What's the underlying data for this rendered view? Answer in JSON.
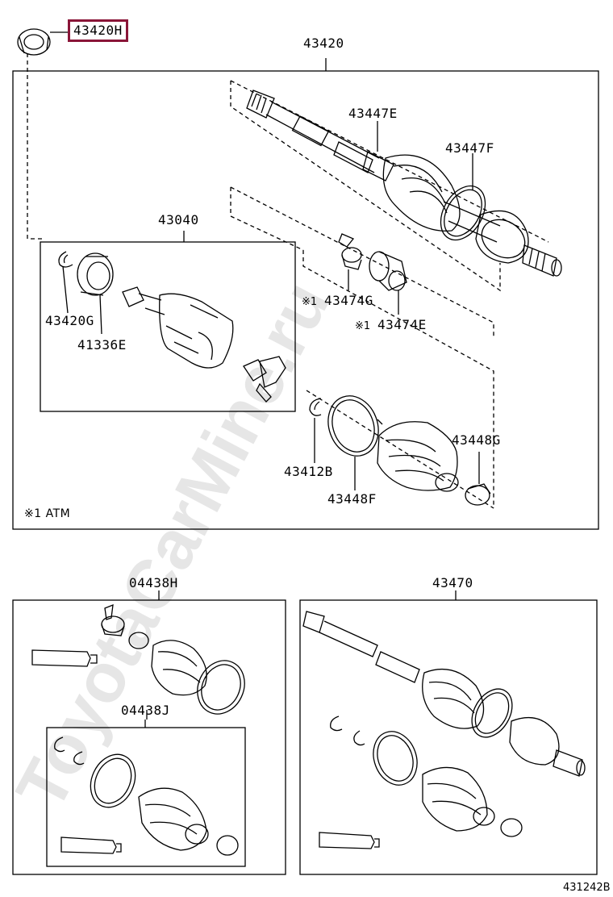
{
  "diagram": {
    "highlight_color": "#8a1538",
    "line_color": "#000000",
    "watermark_color": "#e6e6e6",
    "watermark_text": "ToyotaCarMine.ru",
    "footnote_mark": "※1",
    "footnote_text": "※1 ATM",
    "figure_code": "431242B",
    "parts": {
      "p43420H": "43420H",
      "p43420": "43420",
      "p43447E": "43447E",
      "p43447F": "43447F",
      "p43040": "43040",
      "p43420G": "43420G",
      "p41336E": "41336E",
      "p43474G": "43474G",
      "p43474E": "43474E",
      "p43412B": "43412B",
      "p43448F": "43448F",
      "p43448G": "43448G",
      "p04438H": "04438H",
      "p04438J": "04438J",
      "p43470": "43470"
    }
  }
}
